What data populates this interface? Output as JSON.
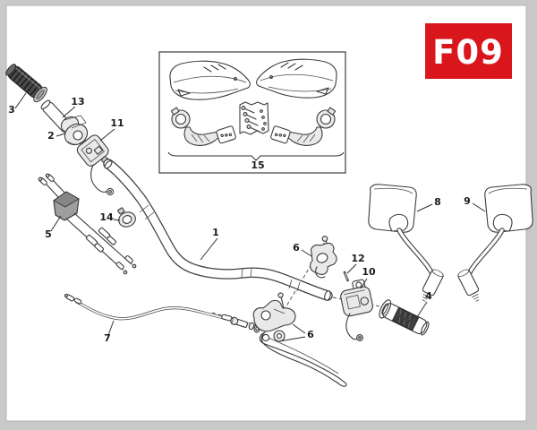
{
  "page": {
    "badge": "F09",
    "badge_color": "#d9161b",
    "frame_color": "#c9c9c9",
    "paper_color": "#ffffff",
    "line_color": "#3a3a3a"
  },
  "diagram": {
    "type": "exploded-parts-diagram",
    "subject": "handlebar-assembly",
    "callouts": [
      {
        "num": "1"
      },
      {
        "num": "2"
      },
      {
        "num": "3"
      },
      {
        "num": "4"
      },
      {
        "num": "5"
      },
      {
        "num": "6"
      },
      {
        "num": "6"
      },
      {
        "num": "7"
      },
      {
        "num": "8"
      },
      {
        "num": "9"
      },
      {
        "num": "10"
      },
      {
        "num": "11"
      },
      {
        "num": "12"
      },
      {
        "num": "13"
      },
      {
        "num": "14"
      },
      {
        "num": "15"
      }
    ]
  }
}
